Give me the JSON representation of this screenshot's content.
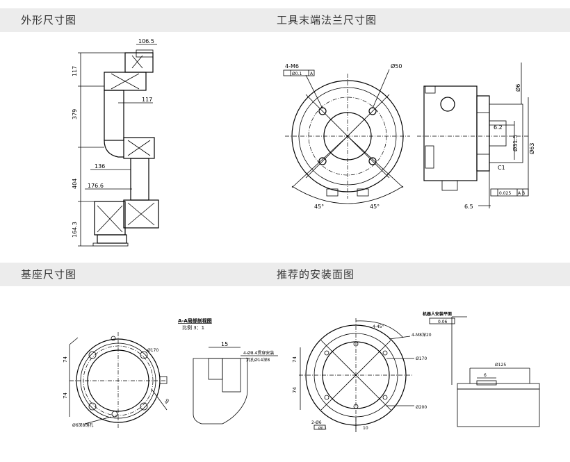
{
  "sections": {
    "outline": "外形尺寸图",
    "flange": "工具末端法兰尺寸图",
    "base": "基座尺寸图",
    "mount": "推荐的安装面图"
  },
  "outline_dims": {
    "d1065": "106.5",
    "d117a": "117",
    "d117b": "117",
    "d379": "379",
    "d136": "136",
    "d404": "404",
    "d1766": "176.6",
    "d1643": "164.3"
  },
  "flange_dims": {
    "m6": "4-M6",
    "tol01": "Ø0.1",
    "datumA": "A",
    "d50": "Ø50",
    "a45l": "45°",
    "a45r": "45°",
    "d62": "6.2",
    "d315": "Ø31.5",
    "d63": "Ø63",
    "d6": "Ø6",
    "c1": "C1",
    "d65": "6.5",
    "tol0025": "0.025",
    "datumAB": "A B"
  },
  "base_dims": {
    "section_title": "A-A局部剖视图",
    "scale": "比例 3：1",
    "d74a": "74",
    "d74b": "74",
    "d170": "Ø170",
    "d15": "15",
    "hole_note1": "4-Ø8.4贯穿安装",
    "hole_note2": "沉孔Ø14深8",
    "d40": "40",
    "bottom_note": "Ø6深8销孔"
  },
  "mount_dims": {
    "a45": "4-45°",
    "plane_title": "机器人安装平面",
    "flat": "0.06",
    "m8": "4-M8深20",
    "d170": "Ø170",
    "d74a": "74",
    "d74b": "74",
    "d200": "Ø200",
    "pin": "2-Ø6",
    "pos": "Ø0.1",
    "d10": "10",
    "d125": "Ø125",
    "d6": "6"
  }
}
